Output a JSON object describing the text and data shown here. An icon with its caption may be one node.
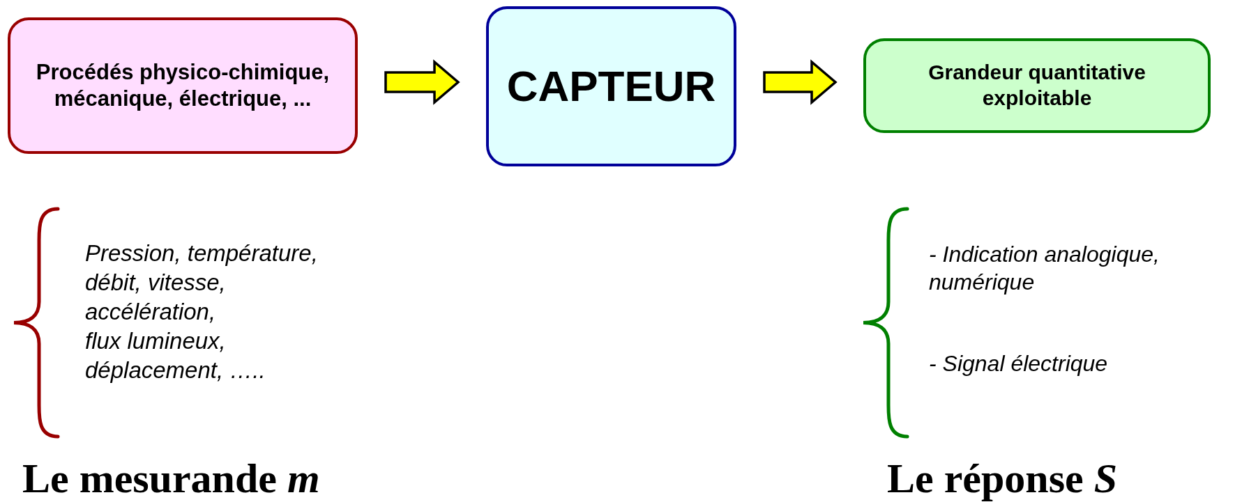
{
  "diagram": {
    "nodes": [
      {
        "text": [
          "Procédés physico-chimique, mécanique, électrique, ..."
        ]
      },
      {
        "text": [
          "CAPTEUR"
        ]
      },
      {
        "text": [
          "Grandeur quantitative exploitable"
        ]
      }
    ],
    "edges": [
      {
        "from": 0,
        "to": 1,
        "arrow": "to"
      },
      {
        "from": 1,
        "to": 2,
        "arrow": "to"
      }
    ],
    "labels": [
      "Pression, température,",
      "débit, vitesse,",
      "accélération,",
      "flux lumineux,",
      "déplacement, …..",
      "- Indication analogique, numérique",
      "- Signal électrique",
      "Le mesurande *m*",
      "Le réponse *S*"
    ]
  }
}
